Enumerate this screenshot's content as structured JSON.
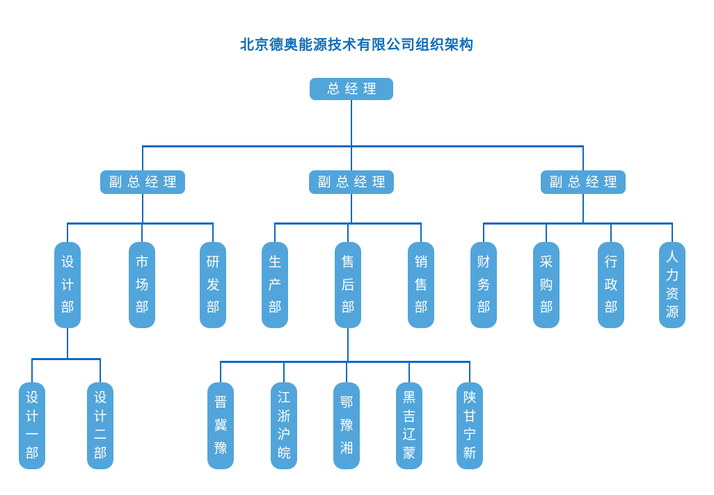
{
  "title": "北京德奥能源技术有限公司组织架构",
  "colors": {
    "node_fill": "#51A5DB",
    "connector": "#1169C0",
    "title_text": "#0E6EB8"
  },
  "org_chart": {
    "root_label": "总经理",
    "vice_general_managers": [
      "副总经理",
      "副总经理",
      "副总经理"
    ],
    "vp1_departments": [
      "设计部",
      "市场部",
      "研发部"
    ],
    "design_sub_departments": [
      "设计一部",
      "设计二部"
    ],
    "vp2_departments": [
      "生产部",
      "售后部",
      "销售部"
    ],
    "aftersales_regions": [
      "晋冀豫",
      "江浙沪皖",
      "鄂豫湘",
      "黑吉辽蒙",
      "陕甘宁新"
    ],
    "vp3_departments": [
      "财务部",
      "采购部",
      "行政部",
      "人力资源"
    ]
  }
}
